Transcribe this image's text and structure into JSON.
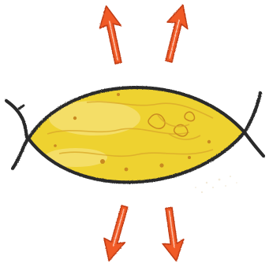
{
  "illustration": {
    "colors": {
      "background": "#ffffff",
      "lens_fill": "#eed230",
      "lens_fill_light": "#f5e27a",
      "lens_texture": "#d9a92a",
      "lens_texture_dark": "#c98a20",
      "outline": "#2b2b2b",
      "arrow_fill": "#f05a28",
      "arrow_edge": "#c23d14",
      "speckle": "#e8d8b8"
    },
    "shapes": {
      "center_shape": "yellow lens-shaped oval with crossing dark curves",
      "arrows": {
        "up_count": 2,
        "down_count": 2,
        "up_icon": "arrow-up-icon",
        "down_icon": "arrow-down-icon"
      }
    }
  }
}
